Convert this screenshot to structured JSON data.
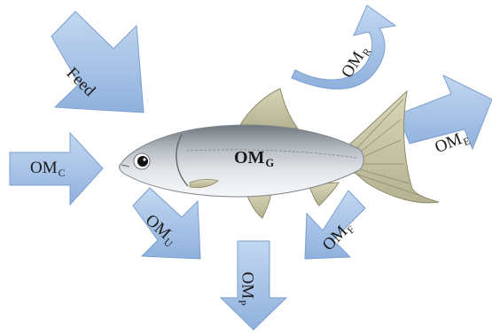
{
  "labels": {
    "feed": "Feed",
    "om_c": {
      "base": "OM",
      "sub": "C"
    },
    "om_g": {
      "base": "OM",
      "sub": "G"
    },
    "om_r": {
      "base": "OM",
      "sub": "R"
    },
    "om_e": {
      "base": "OM",
      "sub": "E"
    },
    "om_u": {
      "base": "OM",
      "sub": "U"
    },
    "om_f": {
      "base": "OM",
      "sub": "F"
    },
    "om_p": {
      "base": "OM",
      "sub": "P"
    }
  },
  "colors": {
    "arrow_fill_top": "#b9d0ee",
    "arrow_fill_bottom": "#8fb1dd",
    "arrow_stroke": "#7b9fcf",
    "fish_body_top": "#7e858c",
    "fish_body_mid": "#c9ced3",
    "fish_belly": "#f2f3f4",
    "fin": "#c9c7a6",
    "fin_stroke": "#8d8b6c"
  }
}
